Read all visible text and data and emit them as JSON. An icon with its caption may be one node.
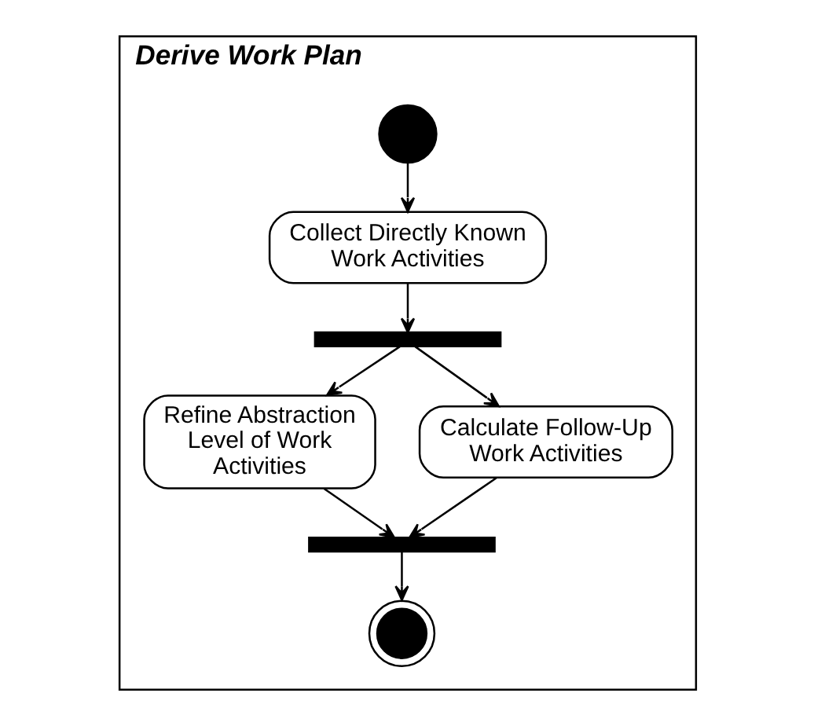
{
  "diagram": {
    "nodes": [
      {
        "text": [
          "Derive Work Plan"
        ]
      },
      {
        "text": [],
        "shape": "circle",
        "in": 0
      },
      {
        "text": [
          "Collect Directly Known Work Activities"
        ],
        "in": 0
      },
      {
        "text": [],
        "shape": "bar",
        "in": 0
      },
      {
        "text": [
          "Refine Abstraction Level of Work Activities"
        ],
        "in": 0
      },
      {
        "text": [
          "Calculate Follow-Up Work Activities"
        ],
        "in": 0
      },
      {
        "text": [],
        "shape": "bar",
        "in": 0
      },
      {
        "text": [],
        "shape": "bullseye",
        "in": 0
      }
    ],
    "edges": [
      {
        "from": 1,
        "to": 2,
        "arrow": "to"
      },
      {
        "from": 2,
        "to": 3,
        "arrow": "to"
      },
      {
        "from": 3,
        "to": 4,
        "arrow": "to"
      },
      {
        "from": 3,
        "to": 5,
        "arrow": "to"
      },
      {
        "from": 4,
        "to": 6,
        "arrow": "to"
      },
      {
        "from": 5,
        "to": 6,
        "arrow": "to"
      },
      {
        "from": 6,
        "to": 7,
        "arrow": "to"
      }
    ]
  }
}
